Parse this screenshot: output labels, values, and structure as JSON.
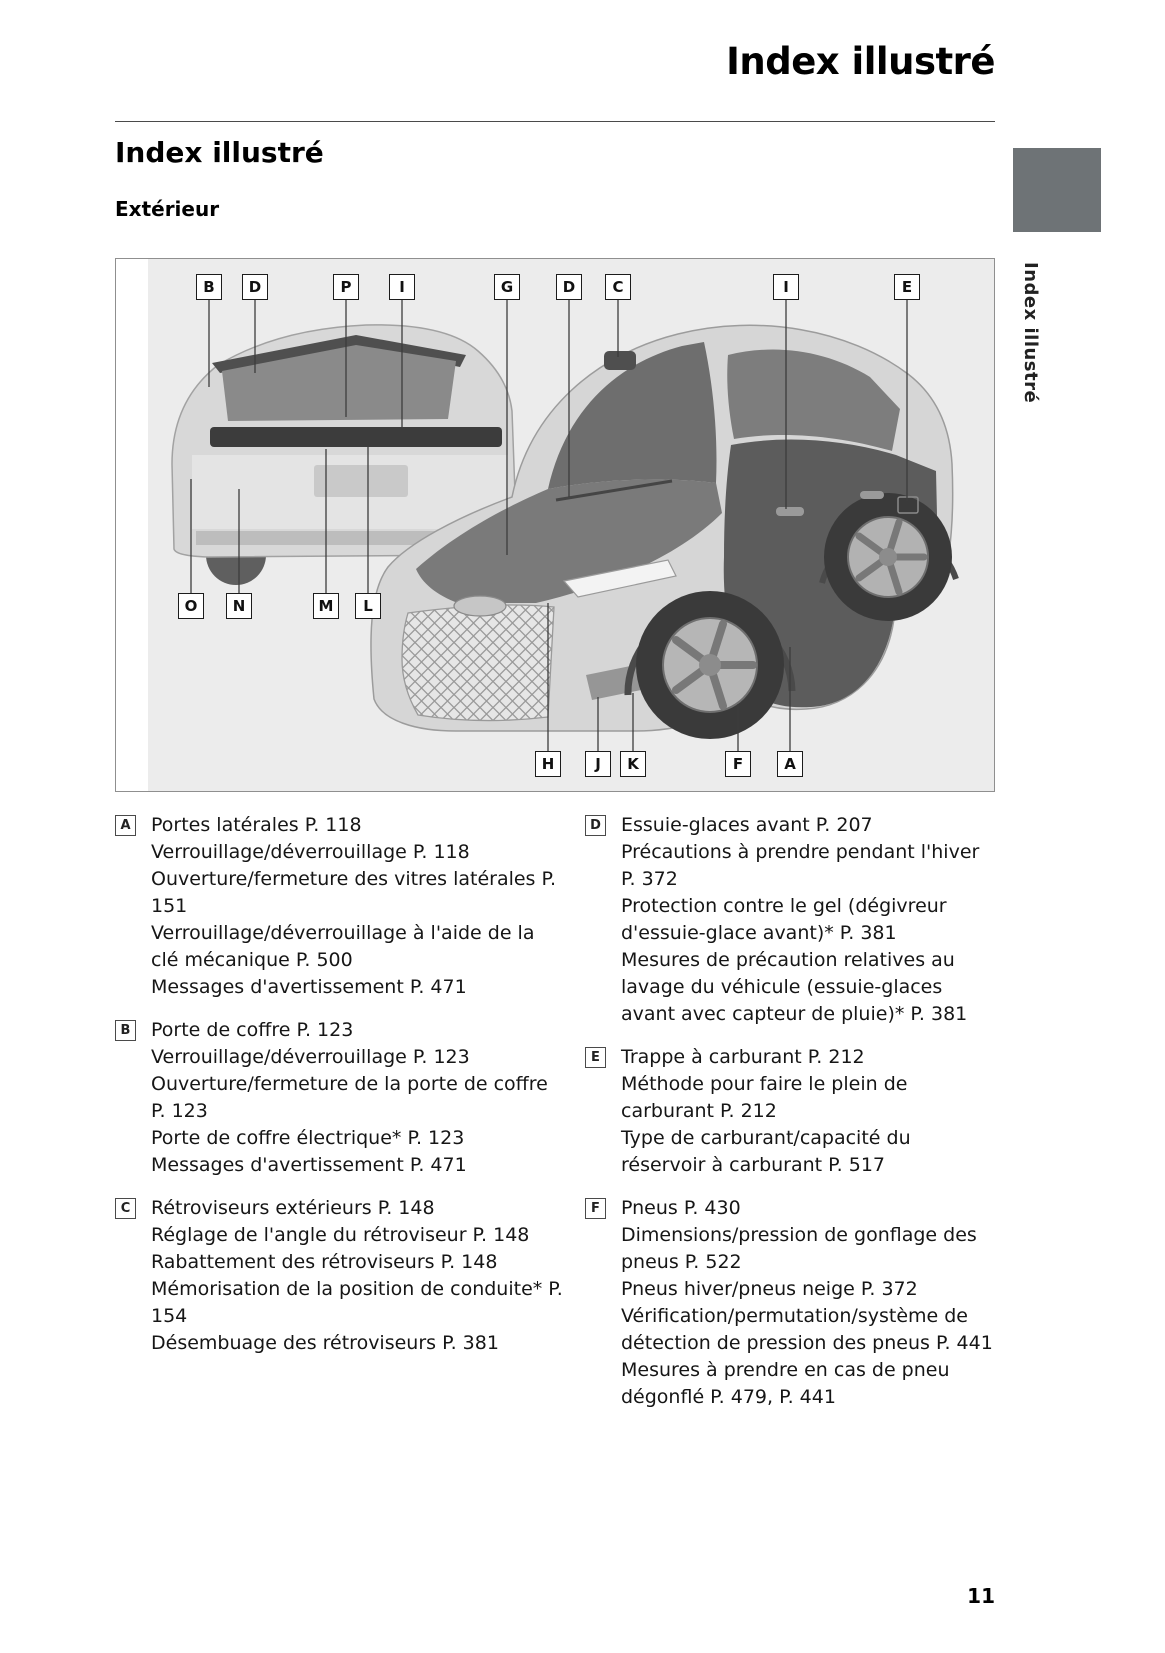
{
  "header": {
    "title": "Index illustré"
  },
  "sidebar": {
    "tab_label": "Index illustré",
    "accent_tab_color": "#6e7376"
  },
  "section": {
    "title": "Index illustré",
    "subtitle": "Extérieur"
  },
  "diagram": {
    "callouts_top": [
      "B",
      "D",
      "P",
      "I",
      "G",
      "D",
      "C",
      "I",
      "E"
    ],
    "callouts_mid": [
      "O",
      "N",
      "M",
      "L"
    ],
    "callouts_bottom": [
      "H",
      "J",
      "K",
      "F",
      "A"
    ]
  },
  "index": {
    "left": [
      {
        "letter": "A",
        "title": "Portes latérales P. 118",
        "items": [
          "Verrouillage/déverrouillage P. 118",
          "Ouverture/fermeture des vitres latérales P. 151",
          "Verrouillage/déverrouillage à l'aide de la clé mécanique P. 500",
          "Messages d'avertissement P. 471"
        ]
      },
      {
        "letter": "B",
        "title": "Porte de coffre P. 123",
        "items": [
          "Verrouillage/déverrouillage P. 123",
          "Ouverture/fermeture de la porte de coffre P. 123",
          "Porte de coffre électrique* P. 123",
          "Messages d'avertissement P. 471"
        ]
      },
      {
        "letter": "C",
        "title": "Rétroviseurs extérieurs P. 148",
        "items": [
          "Réglage de l'angle du rétroviseur P. 148",
          "Rabattement des rétroviseurs P. 148",
          "Mémorisation de la position de conduite* P. 154",
          "Désembuage des rétroviseurs P. 381"
        ]
      }
    ],
    "right": [
      {
        "letter": "D",
        "title": "Essuie-glaces avant P. 207",
        "items": [
          "Précautions à prendre pendant l'hiver P. 372",
          "Protection contre le gel (dégivreur d'essuie-glace avant)* P. 381",
          "Mesures de précaution relatives au lavage du véhicule (essuie-glaces avant avec capteur de pluie)* P. 381"
        ]
      },
      {
        "letter": "E",
        "title": "Trappe à carburant P. 212",
        "items": [
          "Méthode pour faire le plein de carburant P. 212",
          "Type de carburant/capacité du réservoir à carburant P. 517"
        ]
      },
      {
        "letter": "F",
        "title": "Pneus P. 430",
        "items": [
          "Dimensions/pression de gonflage des pneus P. 522",
          "Pneus hiver/pneus neige P. 372",
          "Vérification/permutation/système de détection de pression des pneus P. 441",
          "Mesures à prendre en cas de pneu dégonflé P. 479, P. 441"
        ]
      }
    ]
  },
  "footer": {
    "page_number": "11"
  }
}
